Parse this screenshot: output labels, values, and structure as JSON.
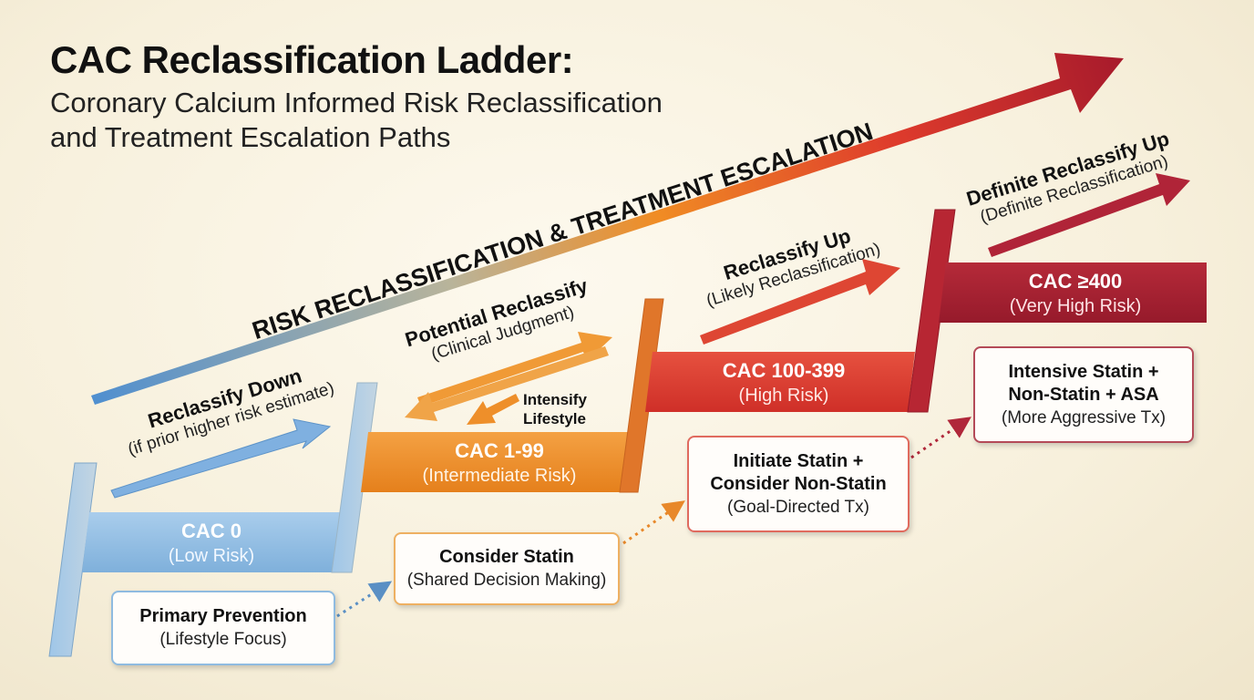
{
  "title": "CAC Reclassification Ladder:",
  "subtitle_lines": [
    "Coronary Calcium Informed Risk Reclassification",
    "and Treatment Escalation Paths"
  ],
  "banner": "RISK RECLASSIFICATION & TREATMENT ESCALATION",
  "steps": [
    {
      "label": "CAC 0",
      "sub": "(Low Risk)"
    },
    {
      "label": "CAC 1-99",
      "sub": "(Intermediate Risk)"
    },
    {
      "label": "CAC 100-399",
      "sub": "(High Risk)"
    },
    {
      "label": "CAC ≥400",
      "sub": "(Very High Risk)"
    }
  ],
  "arrows": [
    {
      "label": "Reclassify Down",
      "sub": "(if prior higher risk estimate)"
    },
    {
      "label": "Potential Reclassify",
      "sub": "(Clinical Judgment)"
    },
    {
      "label": "Reclassify Up",
      "sub": "(Likely Reclassification)"
    },
    {
      "label": "Definite Reclassify Up",
      "sub": "(Definite Reclassification)"
    }
  ],
  "intensify": [
    "Intensify",
    "Lifestyle"
  ],
  "treatments": [
    {
      "line1": "Primary Prevention",
      "line2": "(Lifestyle Focus)"
    },
    {
      "line1": "Consider Statin",
      "line2": "(Shared Decision Making)"
    },
    {
      "line1": "Initiate Statin +",
      "line1b": "Consider Non-Statin",
      "line2": "(Goal-Directed Tx)"
    },
    {
      "line1": "Intensive Statin +",
      "line1b": "Non-Statin + ASA",
      "line2": "(More Aggressive Tx)"
    }
  ],
  "colors": {
    "low": "#8fbde3",
    "intermediate": "#ee8f2a",
    "high": "#d9392f",
    "very_high": "#a01c2e"
  }
}
